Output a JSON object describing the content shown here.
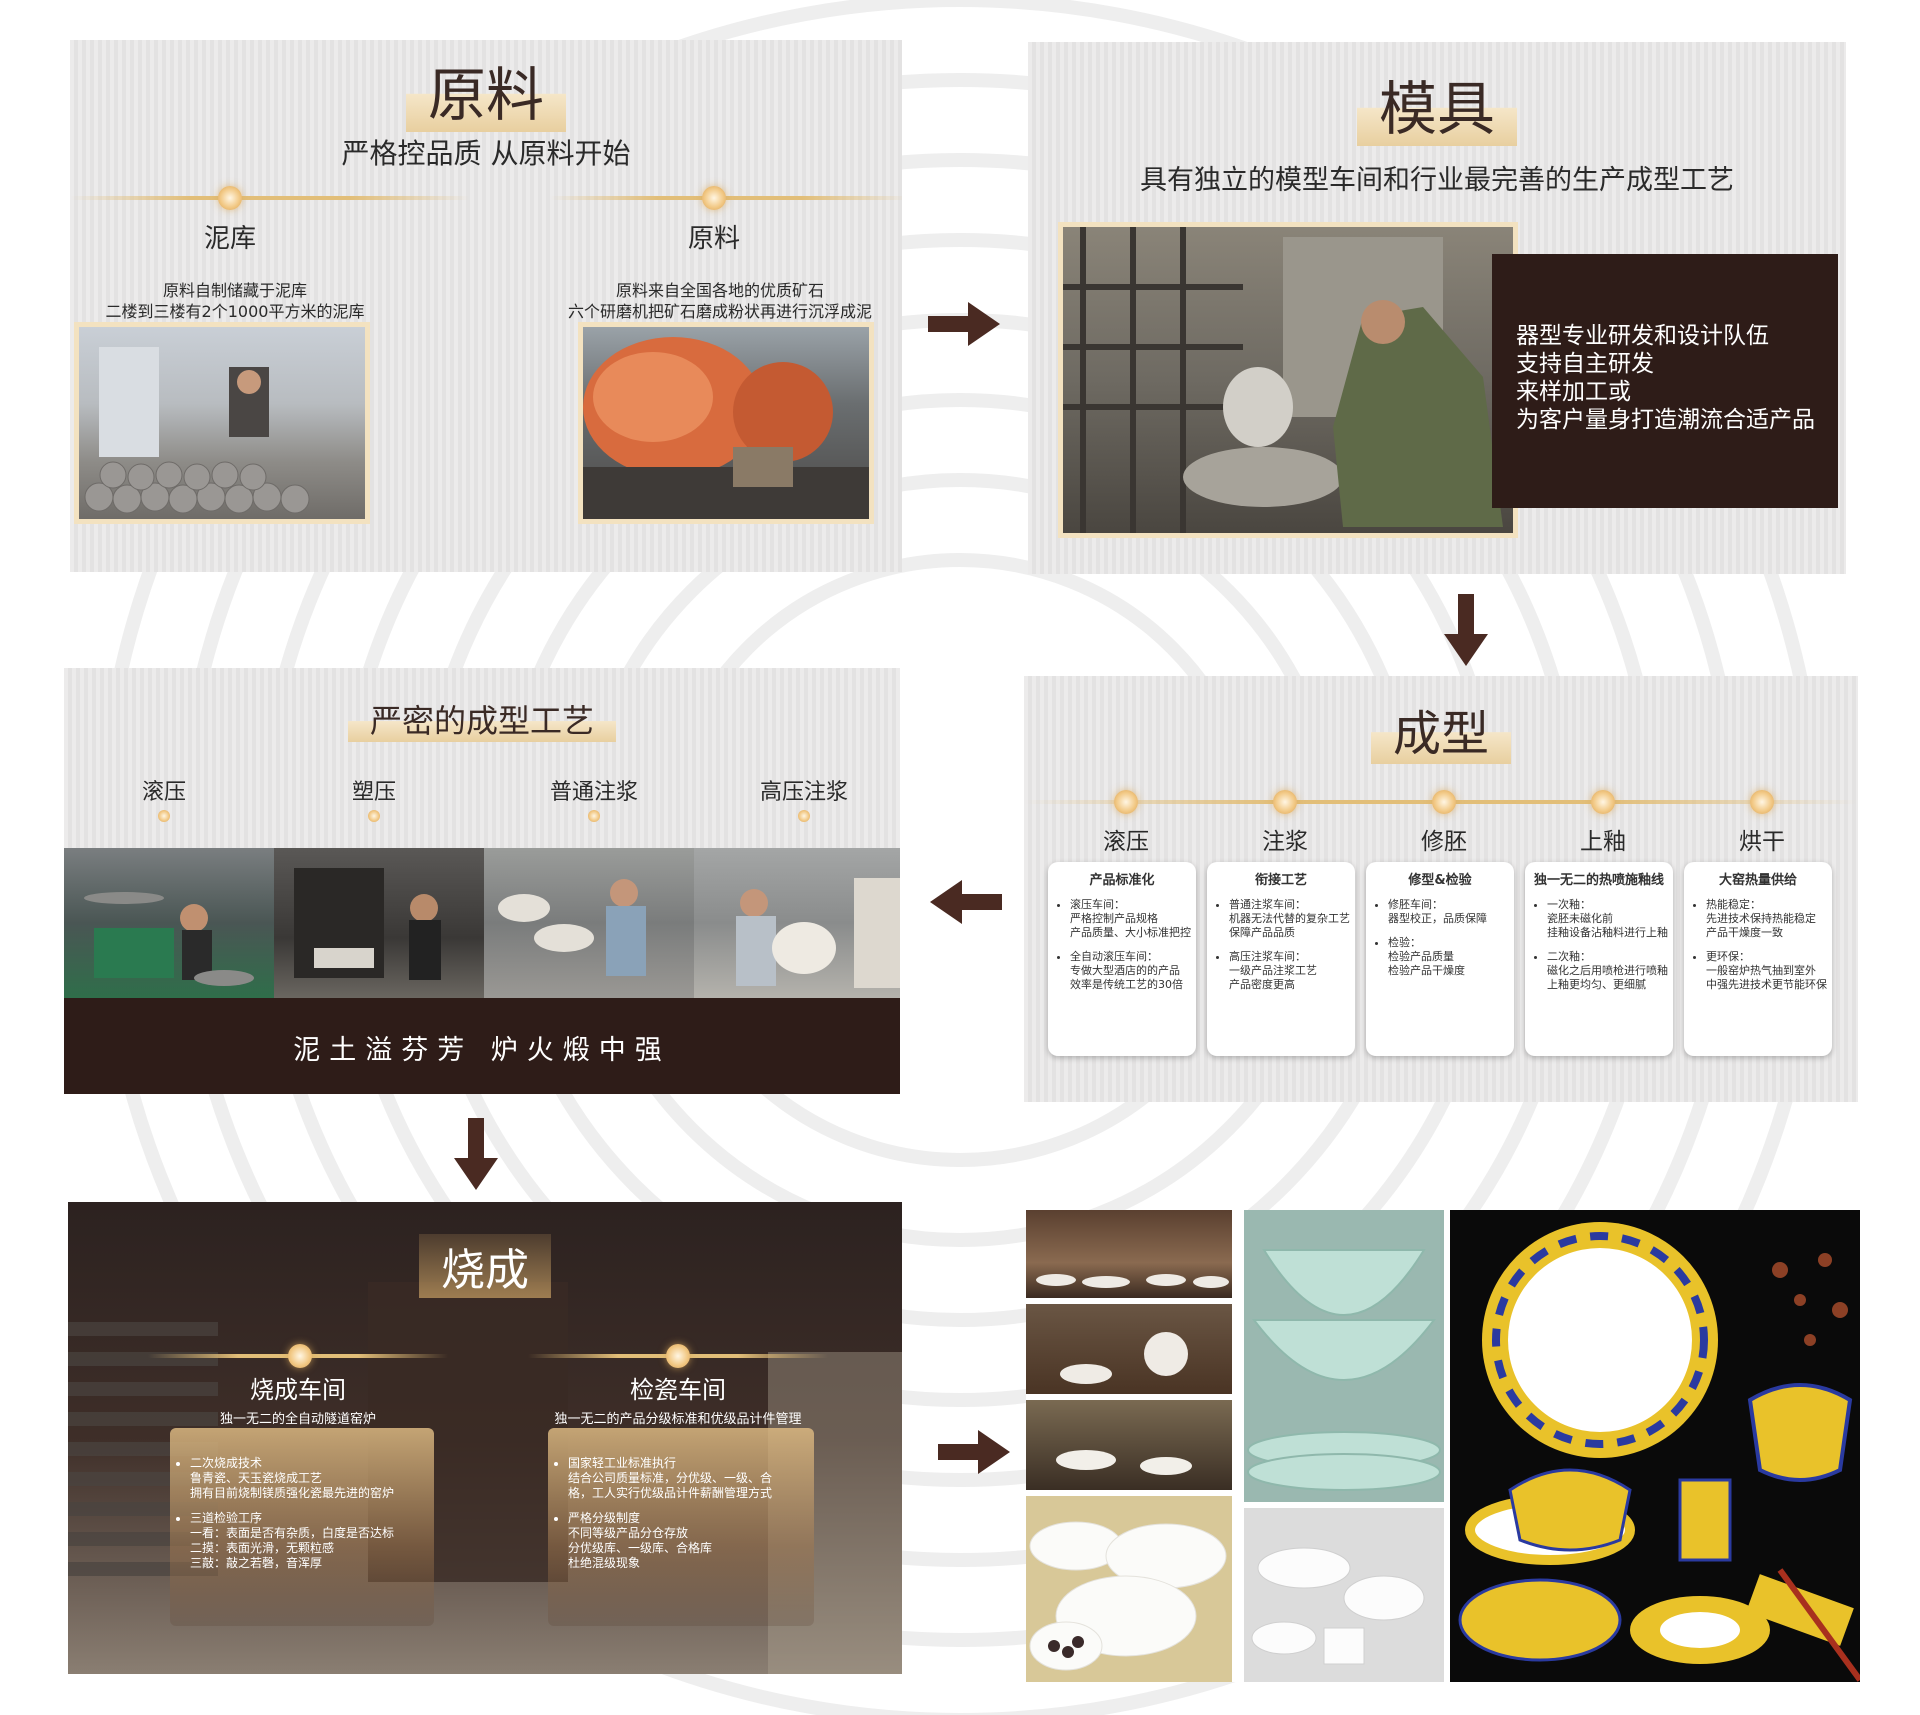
{
  "panel1": {
    "title": "原料",
    "subtitle": "严格控品质  从原料开始",
    "left_label": "泥库",
    "left_desc_line1": "原料自制储藏于泥库",
    "left_desc_line2": "二楼到三楼有2个1000平方米的泥库",
    "right_label": "原料",
    "right_desc_line1": "原料来自全国各地的优质矿石",
    "right_desc_line2": "六个研磨机把矿石磨成粉状再进行沉浮成泥"
  },
  "panel2": {
    "title": "模具",
    "subtitle": "具有独立的模型车间和行业最完善的生产成型工艺",
    "features": [
      "器型专业研发和设计队伍",
      "支持自主研发",
      "来样加工或",
      "为客户量身打造潮流合适产品"
    ]
  },
  "panel3": {
    "title": "成型",
    "steps": [
      {
        "label": "滚压",
        "card_title": "产品标准化",
        "bullets": [
          "滚压车间：\n严格控制产品规格\n产品质量、大小标准把控",
          "全自动滚压车间：\n专做大型酒店的的产品\n效率是传统工艺的30倍"
        ]
      },
      {
        "label": "注浆",
        "card_title": "衔接工艺",
        "bullets": [
          "普通注浆车间：\n机器无法代替的复杂工艺\n保障产品品质",
          "高压注浆车间：\n一级产品注浆工艺\n产品密度更高"
        ]
      },
      {
        "label": "修胚",
        "card_title": "修型&检验",
        "bullets": [
          "修胚车间：\n器型校正，品质保障",
          "检验：\n检验产品质量\n检验产品干燥度"
        ]
      },
      {
        "label": "上釉",
        "card_title": "独一无二的热喷施釉线",
        "bullets": [
          "一次釉：\n瓷胚未磁化前\n挂釉设备沾釉料进行上釉",
          "二次釉：\n磁化之后用喷枪进行喷釉\n上釉更均匀、更细腻"
        ]
      },
      {
        "label": "烘干",
        "card_title": "大窑热量供给",
        "bullets": [
          "热能稳定：\n先进技术保持热能稳定\n产品干燥度一致",
          "更环保：\n一般窑炉热气抽到室外\n中强先进技术更节能环保"
        ]
      }
    ]
  },
  "panel4": {
    "title": "严密的成型工艺",
    "labels": [
      "滚压",
      "塑压",
      "普通注浆",
      "高压注浆"
    ],
    "slogan": "泥土溢芬芳    炉火煅中强"
  },
  "panel5": {
    "title": "烧成",
    "left_label": "烧成车间",
    "left_sub": "独一无二的全自动隧道窑炉",
    "left_bullets": [
      "二次烧成技术\n鲁青瓷、天玉瓷烧成工艺\n拥有目前烧制镁质强化瓷最先进的窑炉",
      "三道检验工序\n一看：表面是否有杂质，白度是否达标\n二摸：表面光滑，无颗粒感\n三敲：敲之若磬，音浑厚"
    ],
    "right_label": "检瓷车间",
    "right_sub": "独一无二的产品分级标准和优级品计件管理",
    "right_bullets": [
      "国家轻工业标准执行\n结合公司质量标准，分优级、一级、合\n格，工人实行优级品计件薪酬管理方式",
      "严格分级制度\n不同等级产品分仓存放\n分优级库、一级库、合格库\n杜绝混级现象"
    ]
  },
  "colors": {
    "dark_brown": "#2e1c18",
    "arrow": "#4a2a22",
    "gold": "#e2be78"
  }
}
